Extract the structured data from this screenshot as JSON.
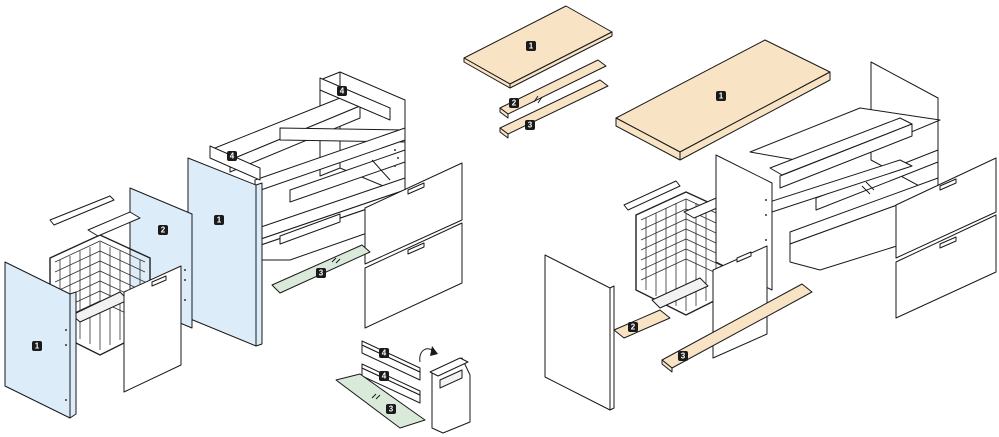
{
  "colors": {
    "panel_blue": "#dcecf8",
    "panel_wood": "#f8e3c4",
    "panel_glass": "#d9eadb",
    "panel_white": "#ffffff",
    "outline": "#1a1a1a",
    "badge": "#1a1a1a"
  },
  "labels": {
    "left_side_panel": "1",
    "left_mid_panel": "2",
    "left_center_panel": "1",
    "left_rail": "4",
    "left_rear_rail": "4",
    "left_glass_shelf": "3",
    "small_rail_a": "4",
    "small_rail_b": "4",
    "small_glass_shelf": "3",
    "top_worktop": "1",
    "top_strip_a": "2",
    "top_strip_b": "3",
    "right_worktop": "1",
    "right_strip_a": "2",
    "right_strip_b": "3"
  },
  "icons": {
    "rotate_arrow": "rotate-arrow-icon",
    "glass_marks": "glass-reflection-icon"
  }
}
